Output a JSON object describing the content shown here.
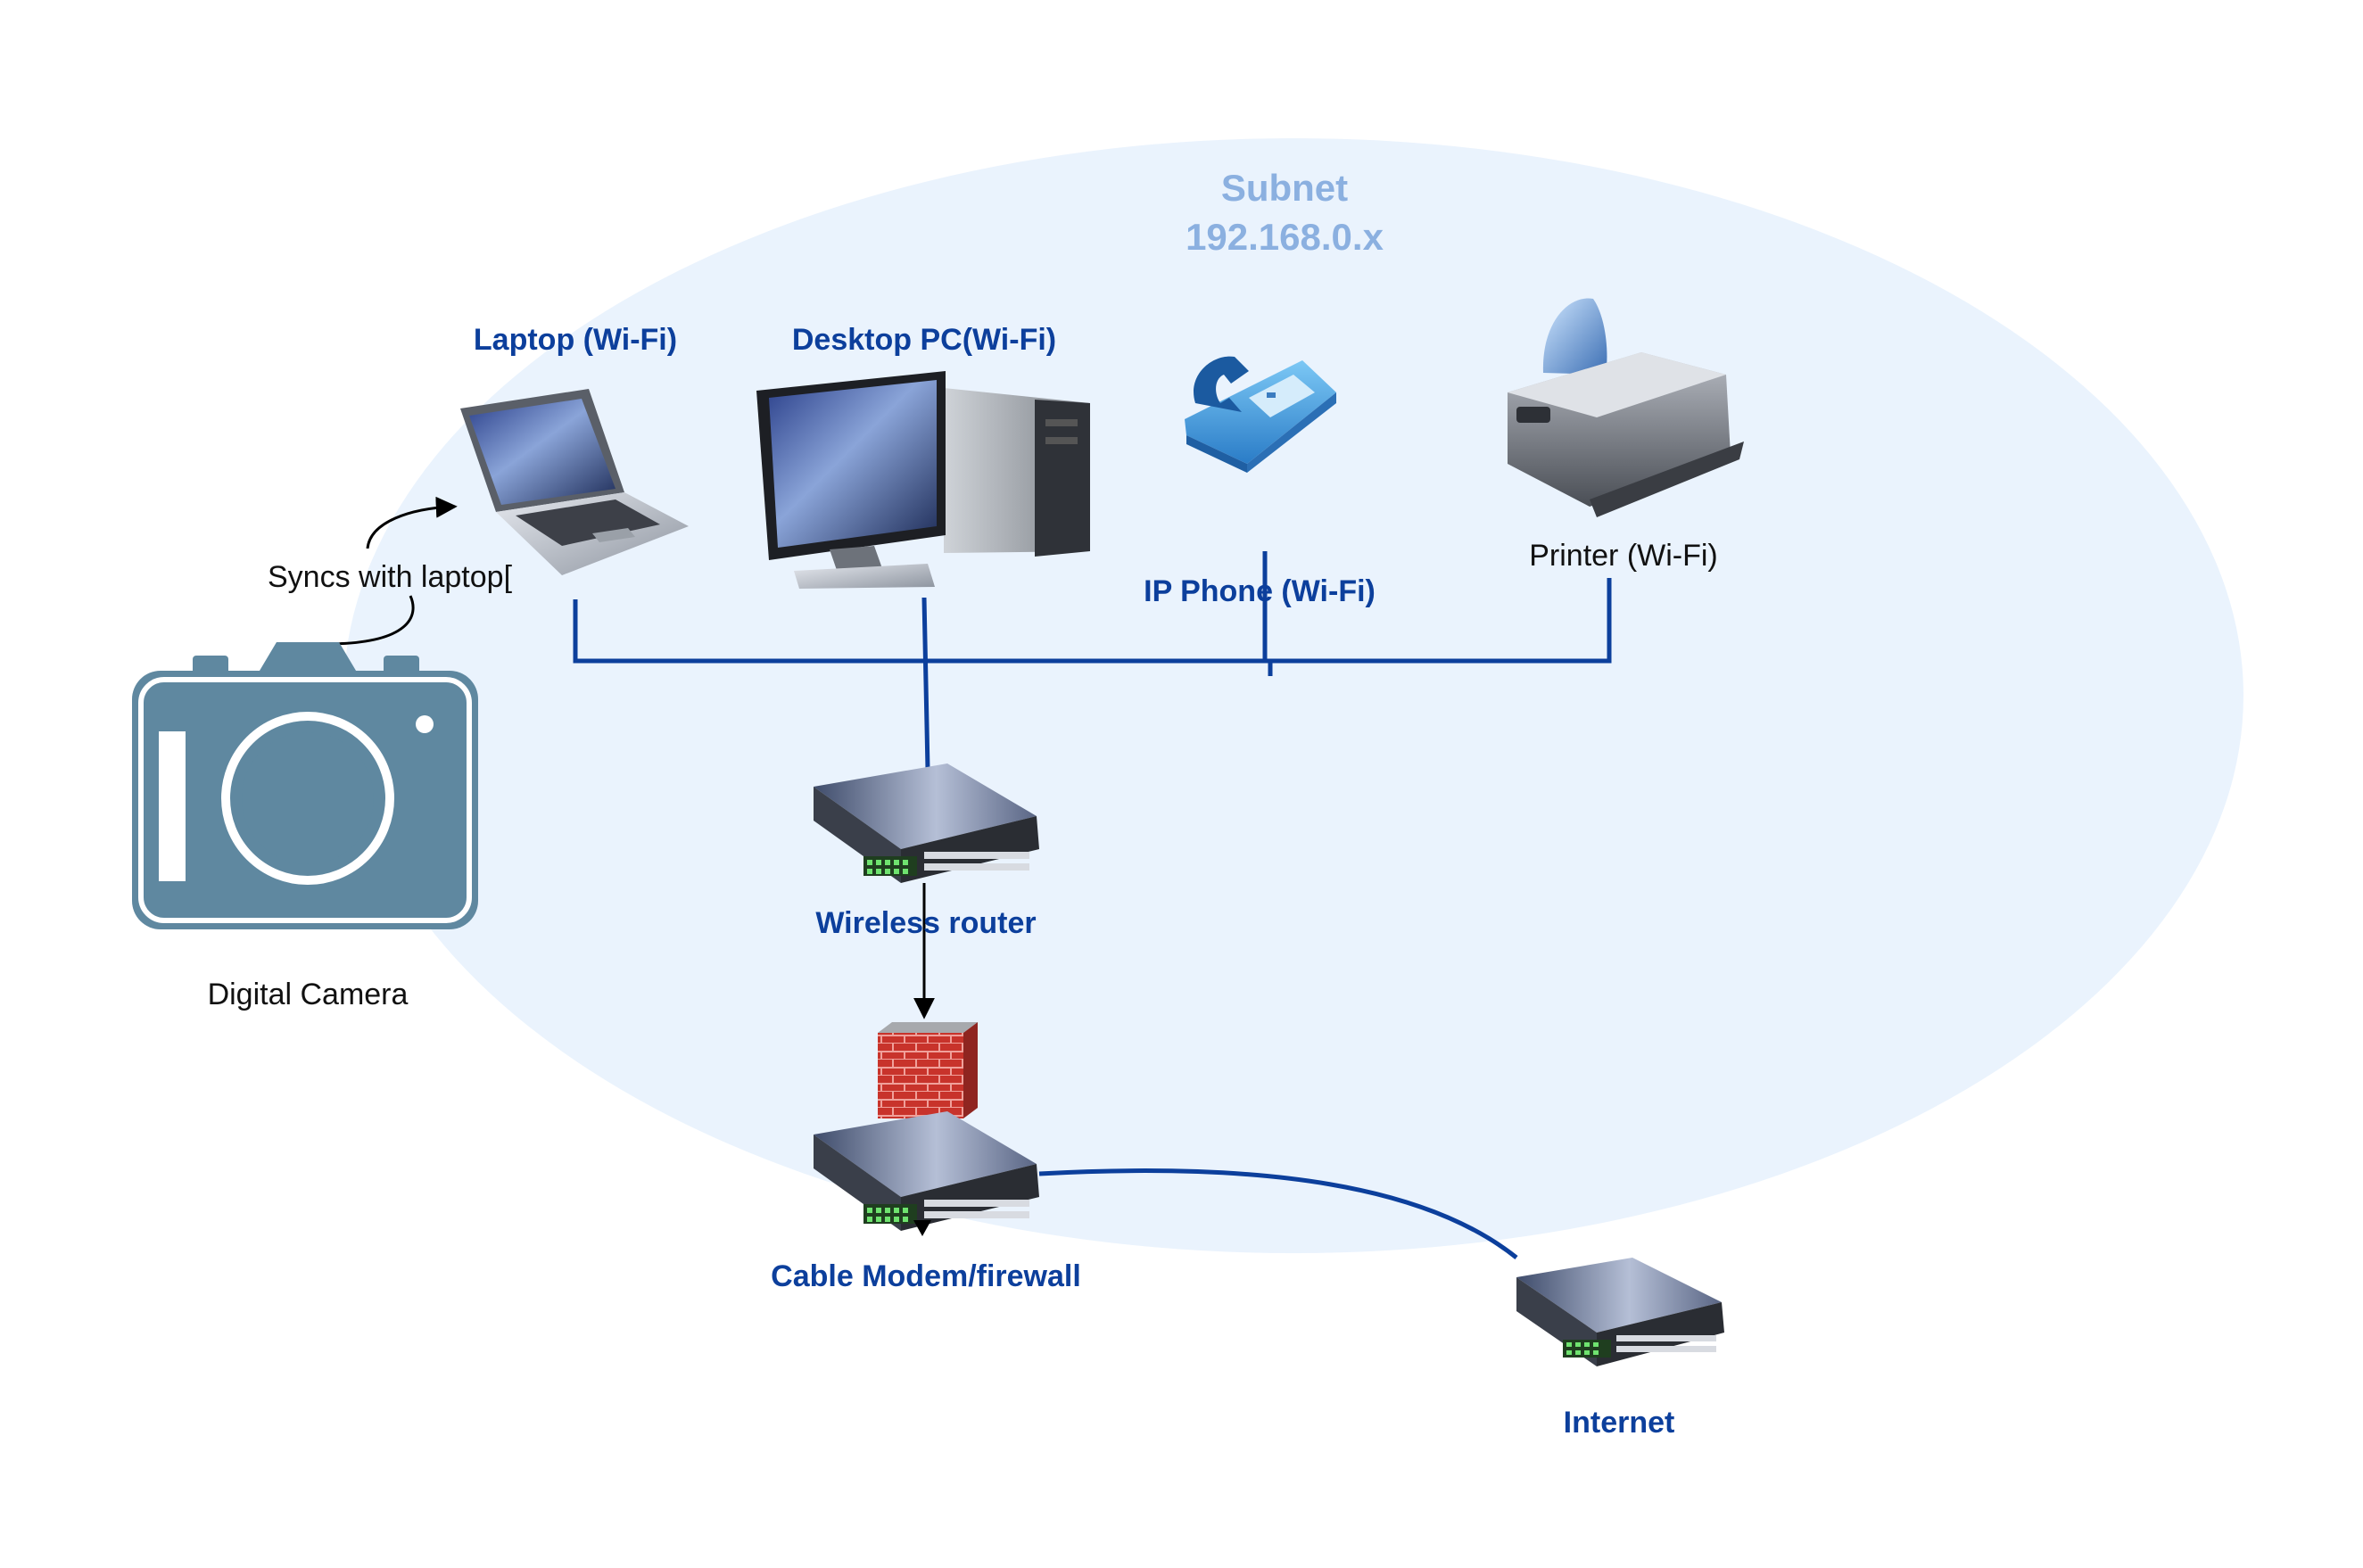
{
  "diagram": {
    "subnet": {
      "title": "Subnet",
      "address": "192.168.0.x"
    },
    "nodes": {
      "laptop": {
        "label": "Laptop (Wi-Fi)"
      },
      "desktop": {
        "label": "Desktop PC(Wi-Fi)"
      },
      "phone": {
        "label": "IP Phone (Wi-Fi)"
      },
      "printer": {
        "label": "Printer (Wi-Fi)"
      },
      "router": {
        "label": "Wireless router"
      },
      "modem": {
        "label": "Cable Modem/firewall"
      },
      "internet": {
        "label": "Internet"
      },
      "camera": {
        "label": "Digital Camera"
      }
    },
    "edges": {
      "camera_sync": {
        "label": "Syncs with laptop["
      }
    },
    "colors": {
      "subnet_fill": "#eaf3fd",
      "link": "#0c3f9c",
      "label_blue": "#0c3f9c",
      "subnet_text": "#8bb0e0",
      "camera": "#5f88a0"
    }
  }
}
